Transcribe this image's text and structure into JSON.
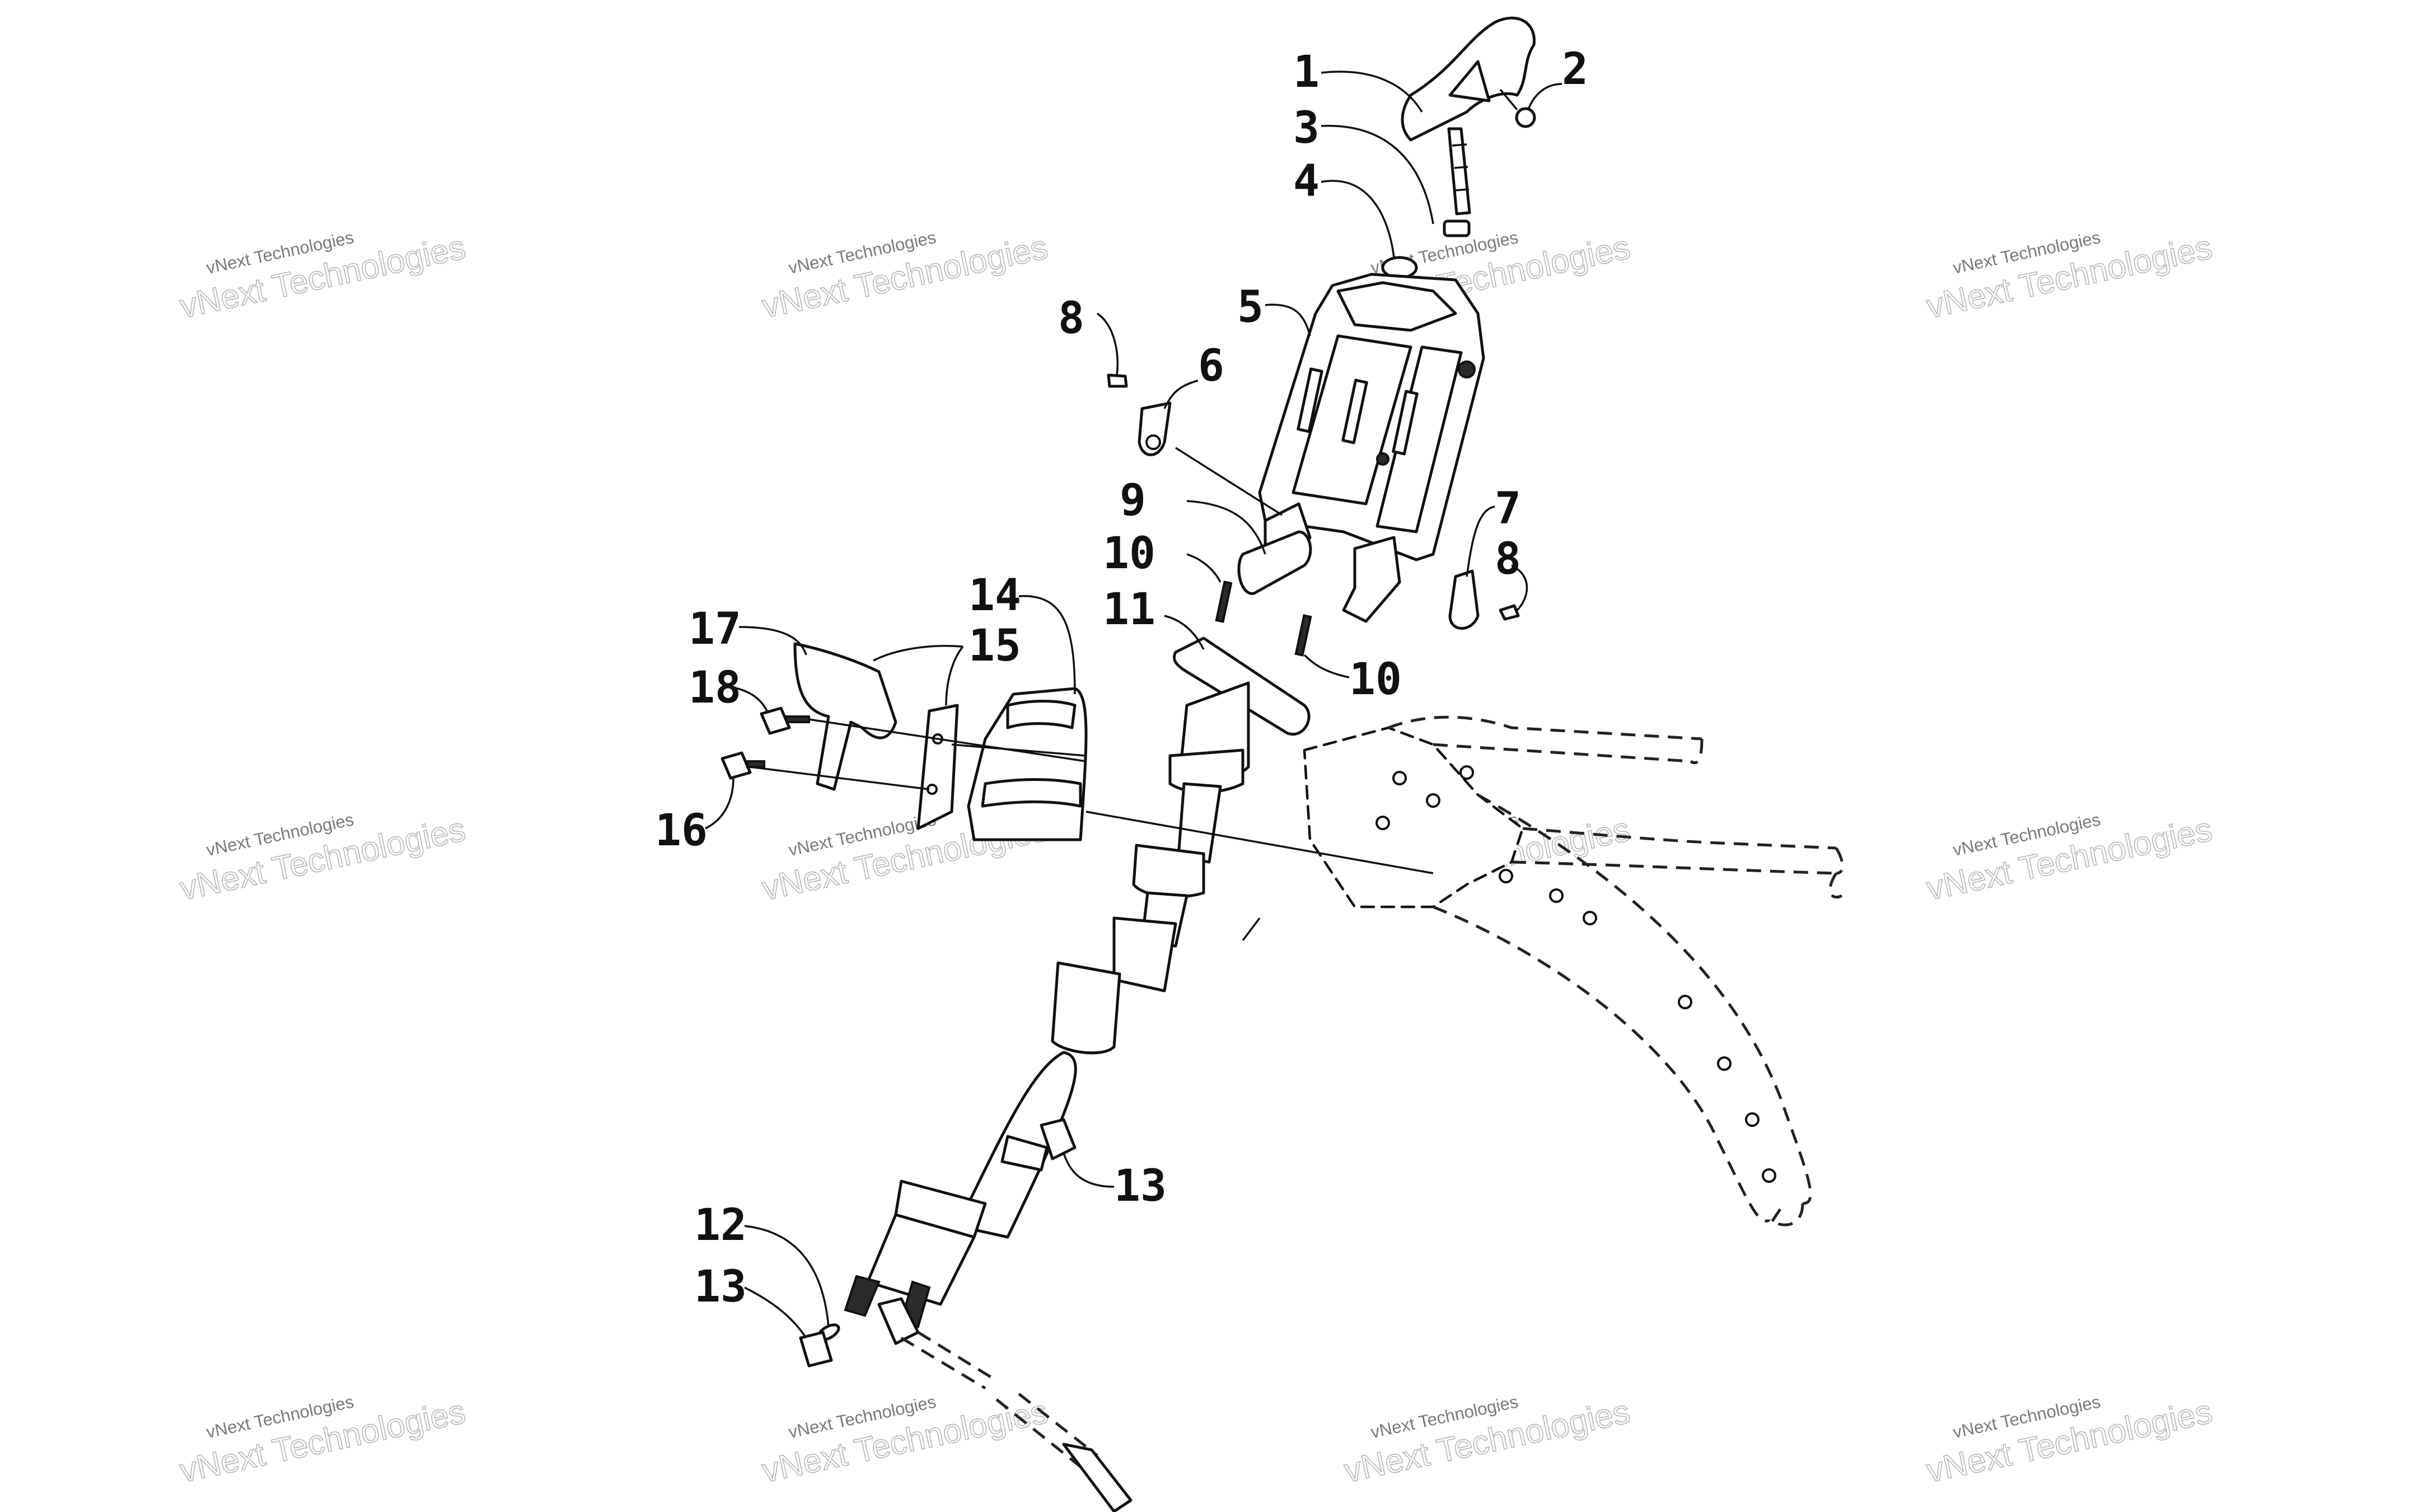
{
  "diagram": {
    "callouts": {
      "c1": "1",
      "c2": "2",
      "c3": "3",
      "c4": "4",
      "c5": "5",
      "c6": "6",
      "c7": "7",
      "c8a": "8",
      "c8b": "8",
      "c9": "9",
      "c10a": "10",
      "c10b": "10",
      "c11": "11",
      "c12": "12",
      "c13a": "13",
      "c13b": "13",
      "c14": "14",
      "c15": "15",
      "c16": "16",
      "c17": "17",
      "c18": "18"
    }
  },
  "watermark": {
    "line1": "vNext Technologies",
    "line2": "vNext Technologies"
  }
}
